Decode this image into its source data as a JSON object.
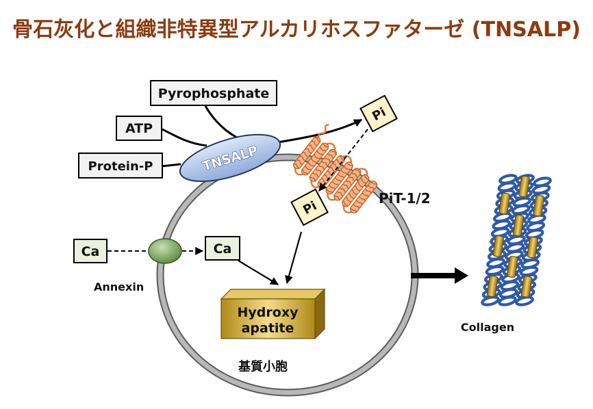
{
  "title": "骨石灰化と組織非特異型アルカリホスファターゼ (TNSALP)",
  "substrates": {
    "pyrophosphate": "Pyrophosphate",
    "atp": "ATP",
    "protein_p": "Protein-P"
  },
  "enzyme": "TNSALP",
  "phosphate": "Pi",
  "transporter": "PiT-1/2",
  "calcium": "Ca",
  "annexin": "Annexin",
  "mineral": {
    "line1": "Hydroxy",
    "line2": "apatite"
  },
  "vesicle": "基質小胞",
  "collagen": "Collagen",
  "colors": {
    "title": "#8c3b10",
    "enzyme": "#8faadc",
    "phosphate_box": "#fff2cc",
    "calcium_box": "#ebf1de",
    "annexin": "#548235",
    "transporter": "#f4b183",
    "mineral": "#d4af37",
    "collagen_coil": "#2e5aa8",
    "vesicle_membrane": "#b8b8b8"
  }
}
